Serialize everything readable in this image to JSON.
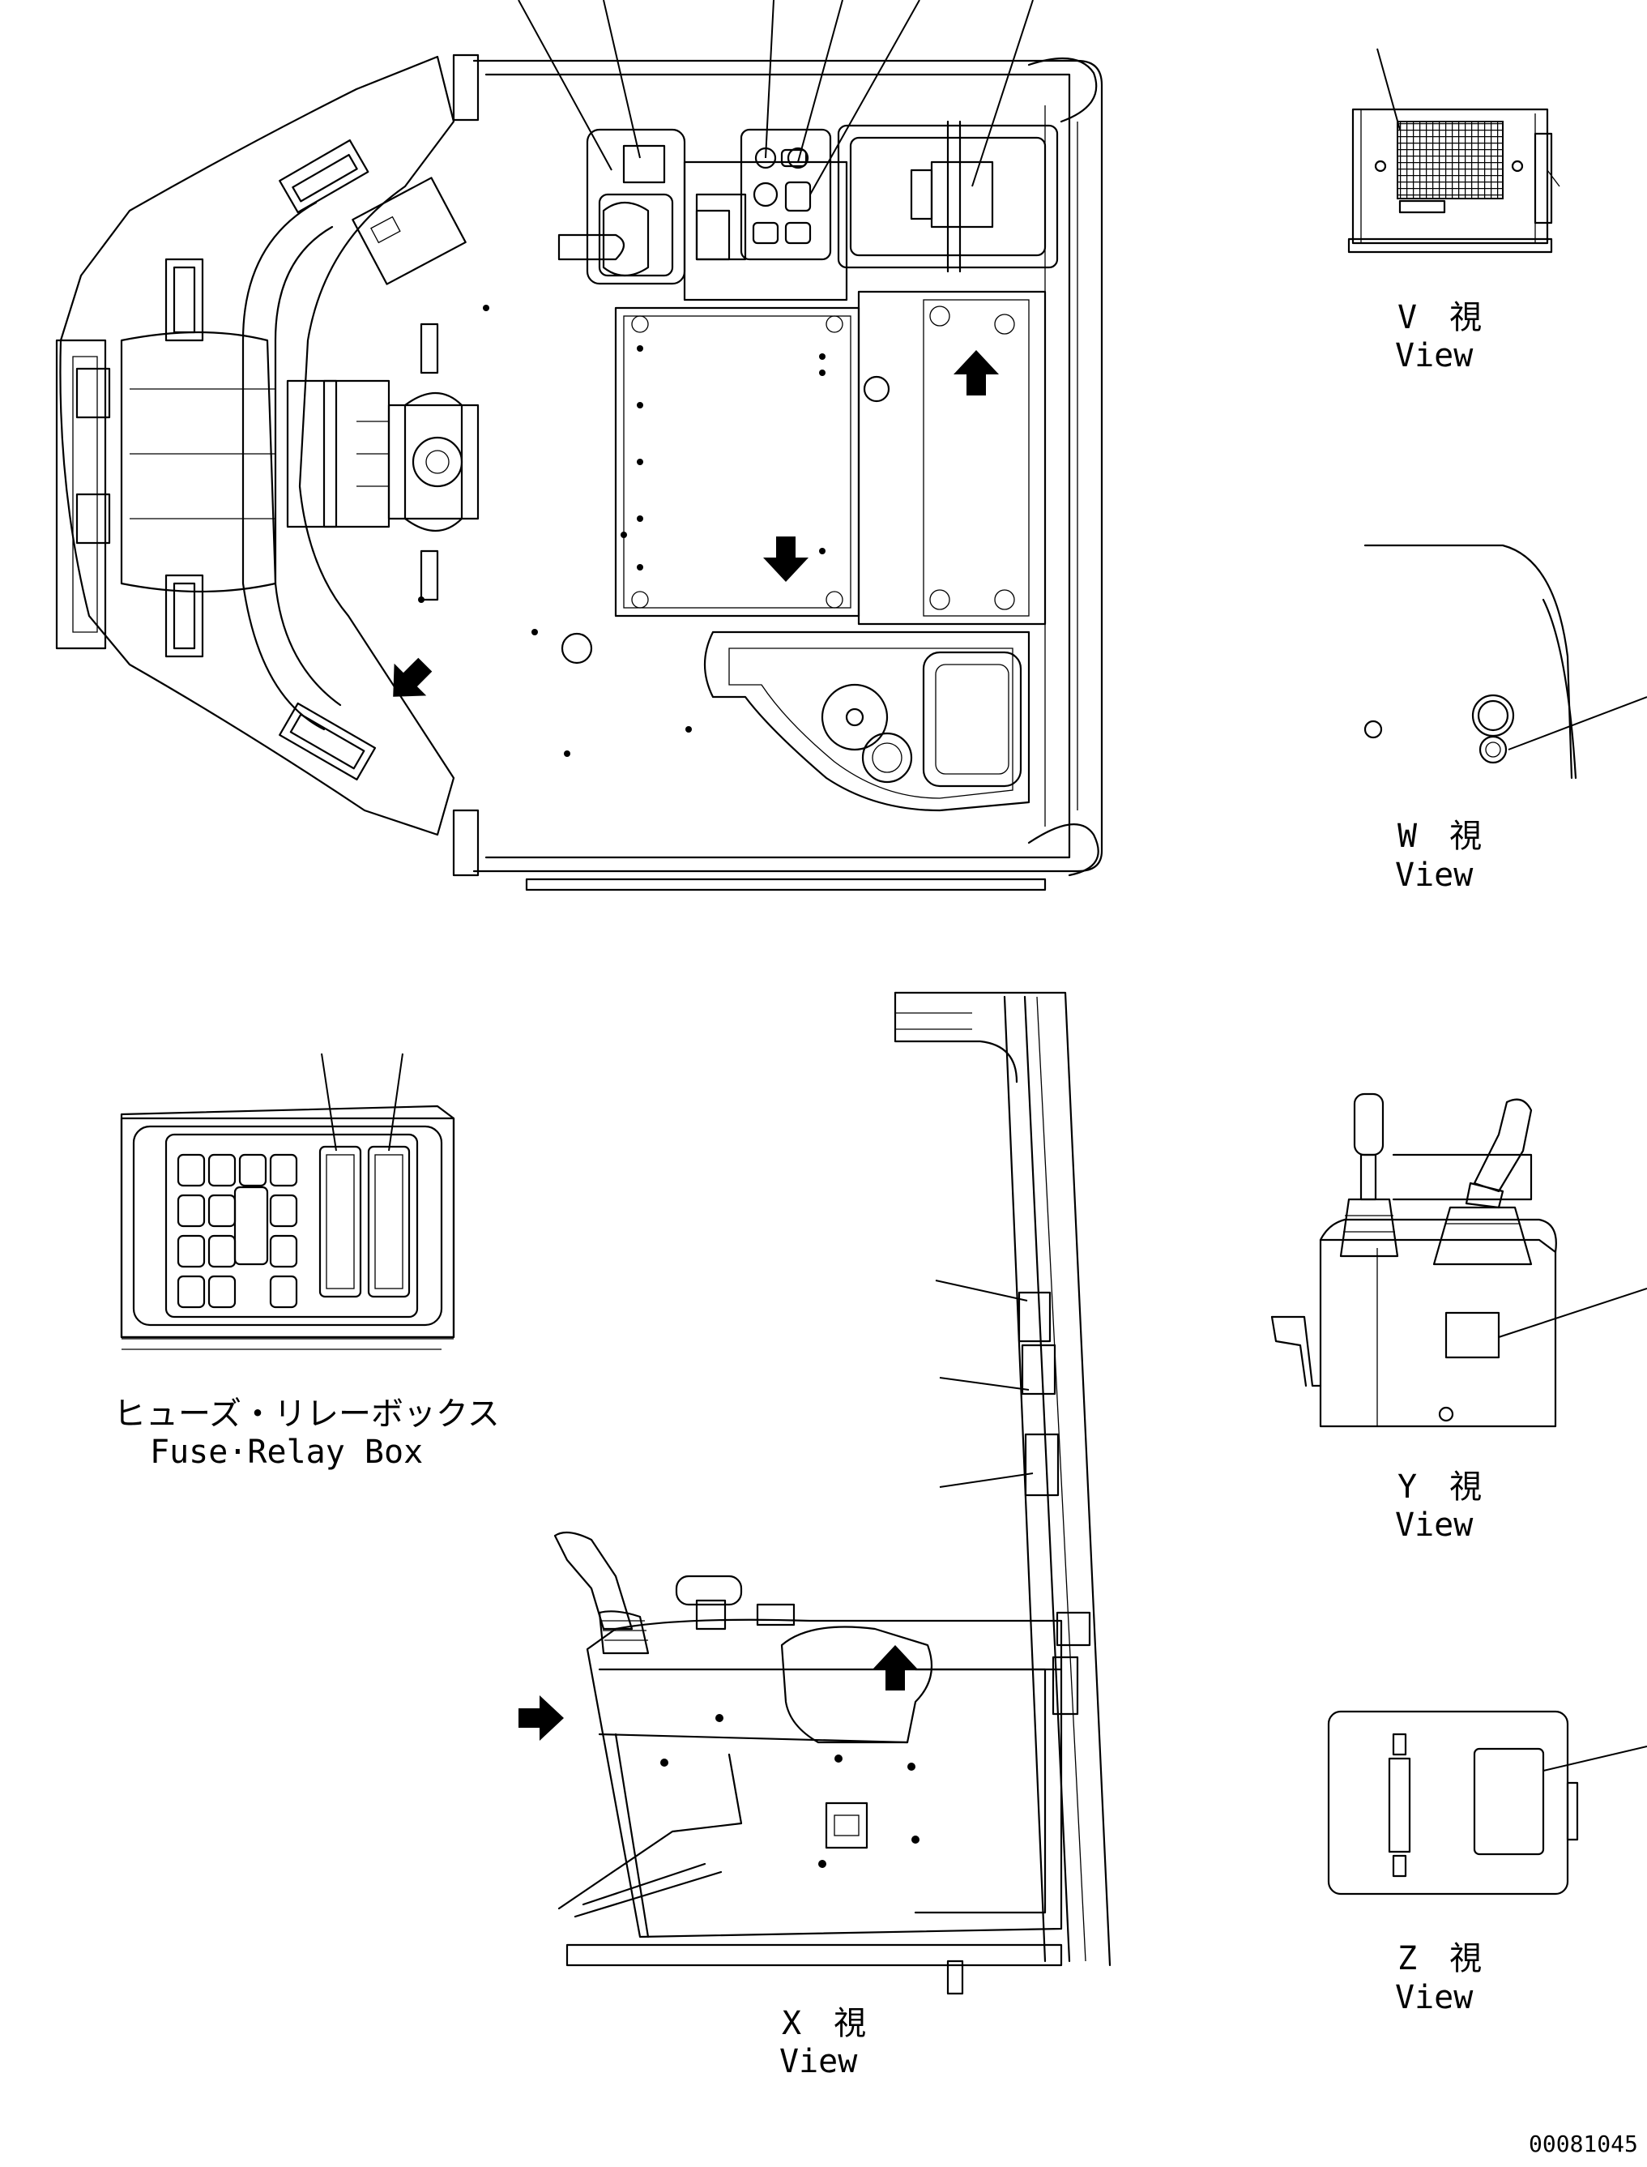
{
  "labels": {
    "v_view_jp": "V　視",
    "v_view_en": "View",
    "w_view_jp": "W　視",
    "w_view_en": "View",
    "y_view_jp": "Y　視",
    "y_view_en": "View",
    "z_view_jp": "Z　視",
    "z_view_en": "View",
    "x_view_jp": "X　視",
    "x_view_en": "View",
    "fuse_box_jp": "ヒューズ・リレーボックス",
    "fuse_box_en": "Fuse·Relay Box",
    "drawing_number": "00081045"
  },
  "icons": [
    "direction-arrow-icon"
  ],
  "colors": {
    "line": "#000000",
    "background": "#ffffff"
  }
}
